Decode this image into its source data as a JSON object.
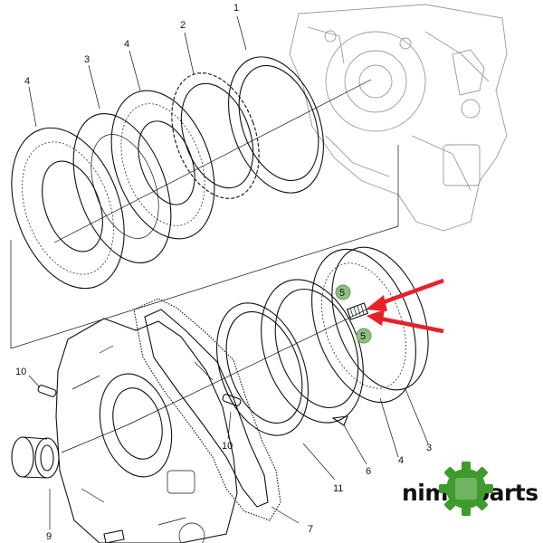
{
  "diagram": {
    "callouts": [
      {
        "id": "c1",
        "text": "1"
      },
      {
        "id": "c2",
        "text": "2"
      },
      {
        "id": "c3a",
        "text": "3"
      },
      {
        "id": "c4a",
        "text": "4"
      },
      {
        "id": "c4b",
        "text": "4"
      },
      {
        "id": "c10a",
        "text": "10"
      },
      {
        "id": "c10b",
        "text": "10"
      },
      {
        "id": "c9",
        "text": "9"
      },
      {
        "id": "c7",
        "text": "7"
      },
      {
        "id": "c11",
        "text": "11"
      },
      {
        "id": "c6",
        "text": "6"
      },
      {
        "id": "c4c",
        "text": "4"
      },
      {
        "id": "c3b",
        "text": "3"
      },
      {
        "id": "c5a",
        "text": "5"
      },
      {
        "id": "c5b",
        "text": "5"
      }
    ],
    "colors": {
      "arrow": "#e8202a",
      "badge": "#8fbf7f",
      "logo_gear": "#3f9b2c",
      "ink": "#111111",
      "background": "#ffffff"
    }
  },
  "watermark": {
    "brand": "nimerparts",
    "icon": "gear-icon"
  }
}
